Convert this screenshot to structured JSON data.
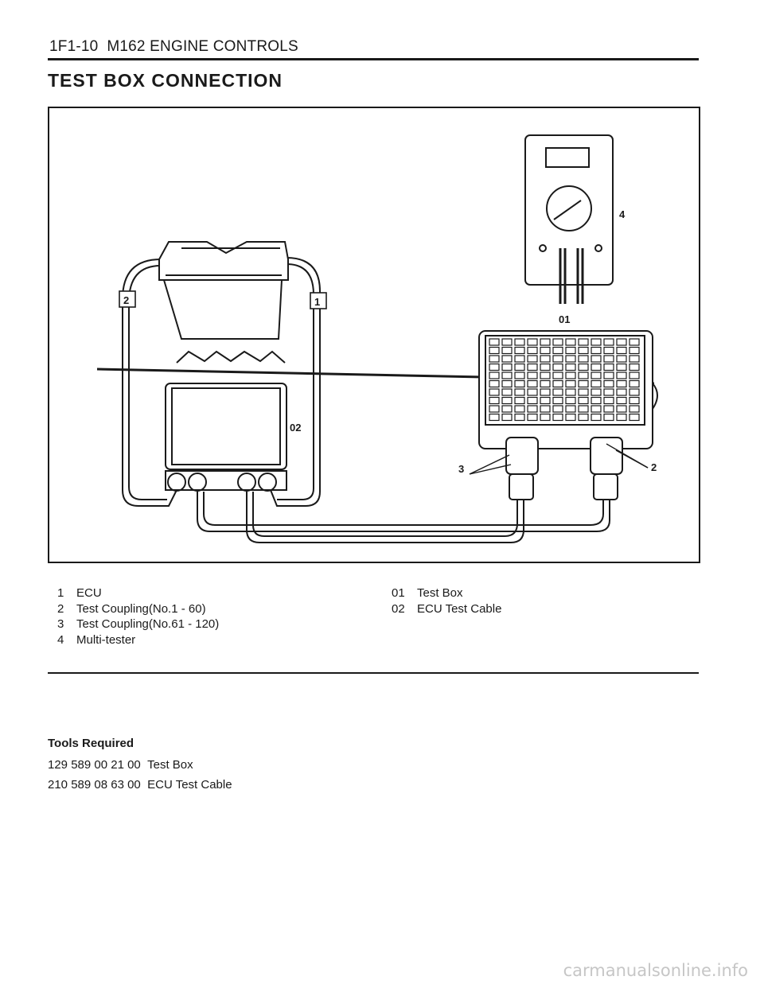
{
  "header": {
    "page_ref": "1F1-10",
    "section": "M162 ENGINE CONTROLS"
  },
  "title": "TEST  BOX  CONNECTION",
  "figure": {
    "callouts": {
      "ecu": "1",
      "coupling_a": "2",
      "test_box": "01",
      "ecu_cable": "02",
      "coupling_b_arrow": "2",
      "coupling_c_arrow": "3",
      "multitester": "4"
    }
  },
  "legend": {
    "left": [
      {
        "num": "1",
        "label": "ECU"
      },
      {
        "num": "2",
        "label": "Test Coupling(No.1 - 60)"
      },
      {
        "num": "3",
        "label": "Test Coupling(No.61 - 120)"
      },
      {
        "num": "4",
        "label": "Multi-tester"
      }
    ],
    "right": [
      {
        "num": "01",
        "label": "Test Box"
      },
      {
        "num": "02",
        "label": "ECU Test Cable"
      }
    ]
  },
  "tools": {
    "title": "Tools  Required",
    "items": [
      {
        "part": "129 589 00 21 00",
        "label": "Test Box"
      },
      {
        "part": "210 589 08 63 00",
        "label": "ECU Test Cable"
      }
    ]
  },
  "watermark": "carmanualsonline.info"
}
